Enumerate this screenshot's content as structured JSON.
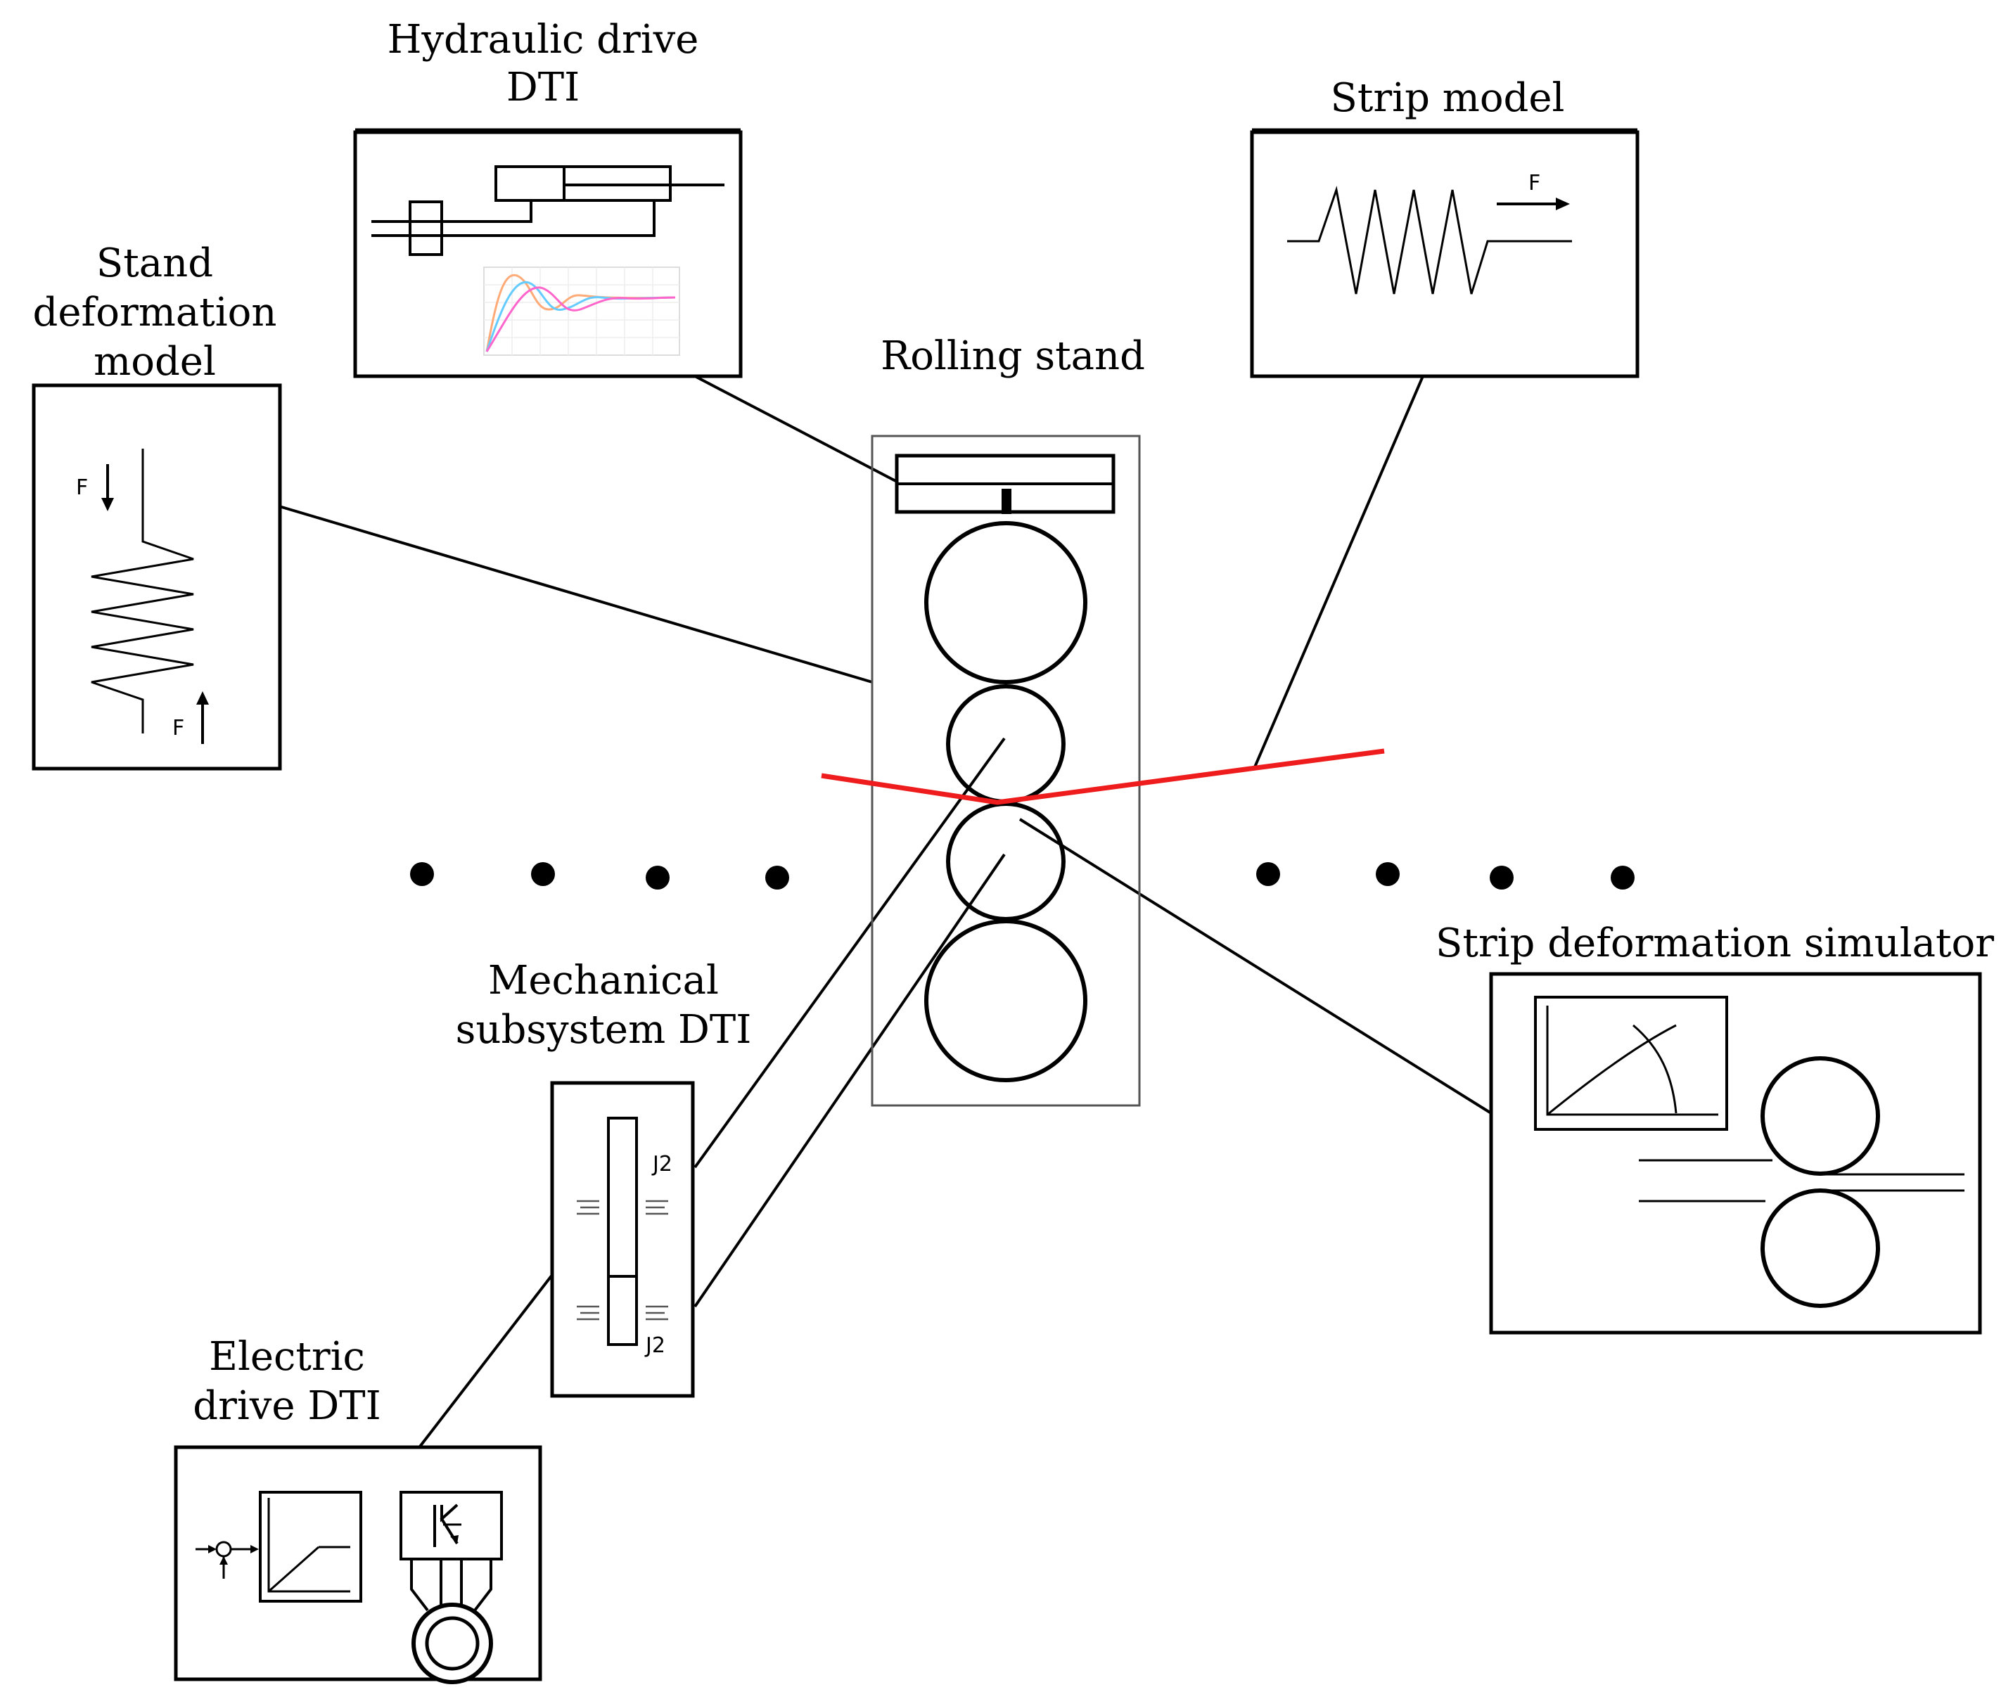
{
  "labels": {
    "hydraulic_l1": "Hydraulic drive",
    "hydraulic_l2": "DTI",
    "strip_model": "Strip model",
    "stand_l1": "Stand",
    "stand_l2": "deformation",
    "stand_l3": "model",
    "rolling_stand": "Rolling stand",
    "mechanical_l1": "Mechanical",
    "mechanical_l2": "subsystem DTI",
    "electric_l1": "Electric",
    "electric_l2": "drive DTI",
    "strip_sim": "Strip deformation simulator"
  },
  "symbols": {
    "force": "F",
    "inertia": "J2"
  },
  "colors": {
    "strip": "#ee1c1c",
    "outline": "#000000",
    "stand_frame": "#555555",
    "plot_magenta": "#ff66cc",
    "plot_blue": "#66ccff",
    "plot_orange": "#ffaa77"
  }
}
